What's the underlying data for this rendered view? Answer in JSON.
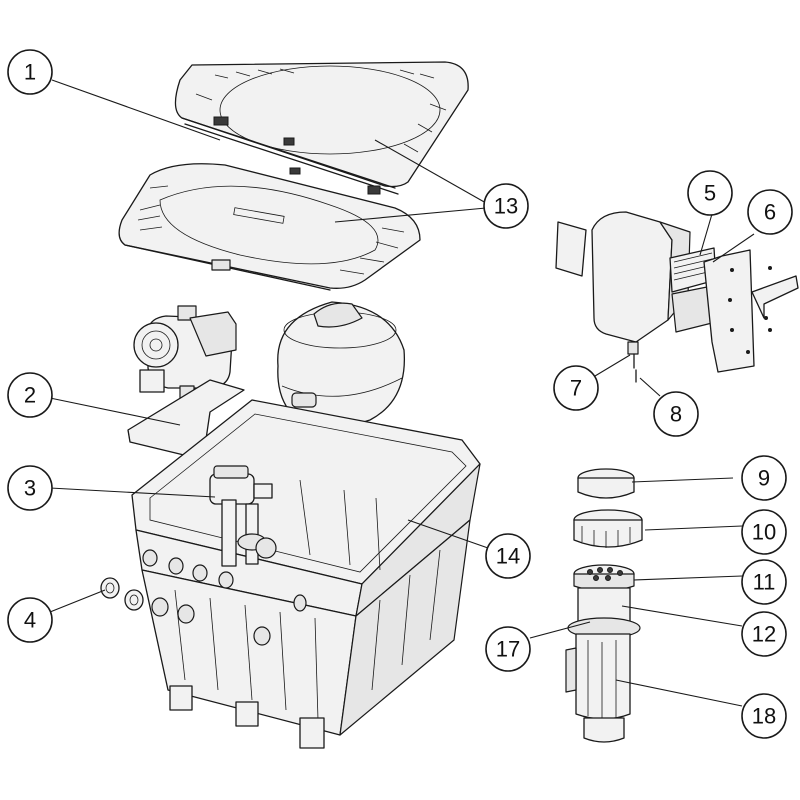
{
  "callouts": [
    {
      "label": "1"
    },
    {
      "label": "2"
    },
    {
      "label": "3"
    },
    {
      "label": "4"
    },
    {
      "label": "5"
    },
    {
      "label": "6"
    },
    {
      "label": "7"
    },
    {
      "label": "8"
    },
    {
      "label": "9"
    },
    {
      "label": "10"
    },
    {
      "label": "11"
    },
    {
      "label": "12"
    },
    {
      "label": "13"
    },
    {
      "label": "14"
    },
    {
      "label": "17"
    },
    {
      "label": "18"
    }
  ]
}
